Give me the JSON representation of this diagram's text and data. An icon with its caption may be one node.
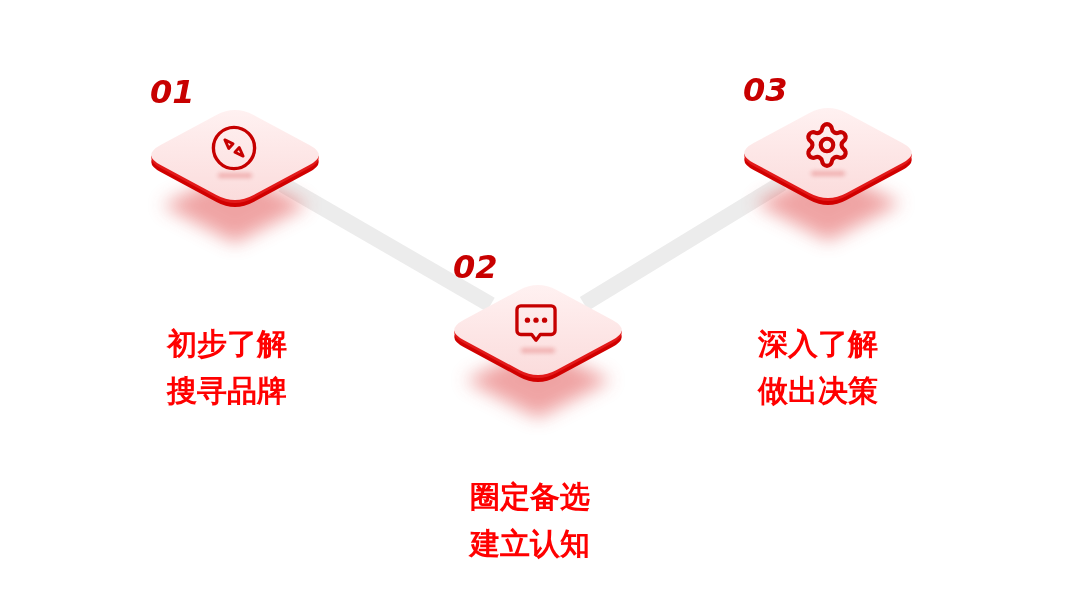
{
  "diagram": {
    "nodes": [
      {
        "text": [
          "01"
        ],
        "beside": [
          "初步了解",
          "搜寻品牌"
        ]
      },
      {
        "text": [
          "02"
        ],
        "beside": [
          "圈定备选",
          "建立认知"
        ]
      },
      {
        "text": [
          "03"
        ],
        "beside": [
          "深入了解",
          "做出决策"
        ]
      }
    ],
    "edges": [
      {
        "from": 0,
        "to": 1,
        "arrow": "none"
      },
      {
        "from": 1,
        "to": 2,
        "arrow": "none"
      }
    ]
  }
}
